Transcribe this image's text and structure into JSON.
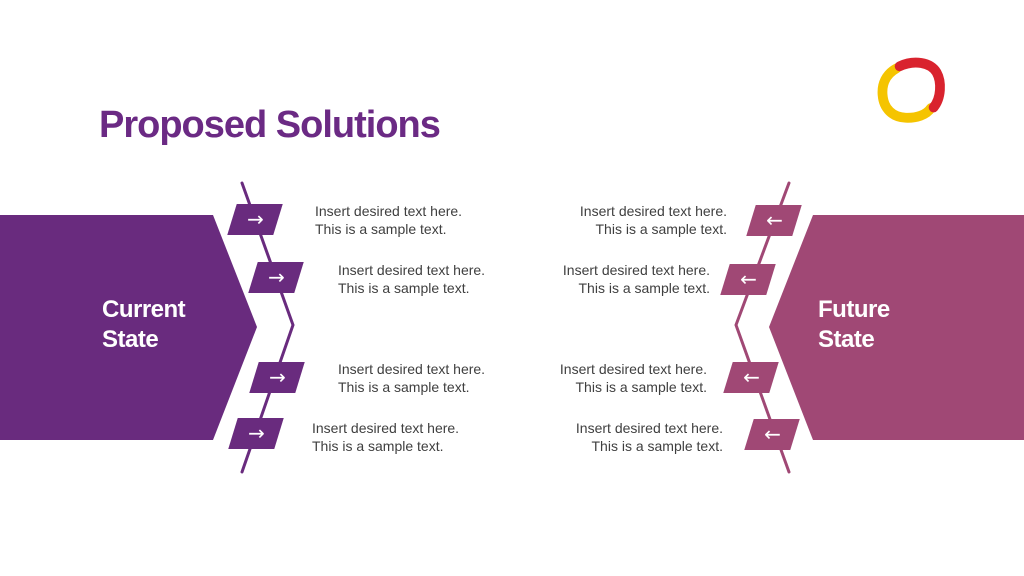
{
  "colors": {
    "purple": "#692B7E",
    "mauve": "#A04875",
    "title-purple": "#6B2A84",
    "body-text": "#3F3F3F",
    "logo-red": "#D9232E",
    "logo-yellow": "#F5C400"
  },
  "title": "Proposed Solutions",
  "current_state": {
    "label": "Current State"
  },
  "future_state": {
    "label": "Future State"
  },
  "arrow_right": "→",
  "arrow_left": "←",
  "items_left": [
    {
      "line1": "Insert desired text here.",
      "line2": "This is a sample text."
    },
    {
      "line1": "Insert desired text here.",
      "line2": "This is a sample text."
    },
    {
      "line1": "Insert desired text here.",
      "line2": "This is a sample text."
    },
    {
      "line1": "Insert desired text here.",
      "line2": "This is a sample text."
    }
  ],
  "items_right": [
    {
      "line1": "Insert desired text here.",
      "line2": "This is a sample text."
    },
    {
      "line1": "Insert desired text here.",
      "line2": "This is a sample text."
    },
    {
      "line1": "Insert desired text here.",
      "line2": "This is a sample text."
    },
    {
      "line1": "Insert desired text here.",
      "line2": "This is a sample text."
    }
  ]
}
